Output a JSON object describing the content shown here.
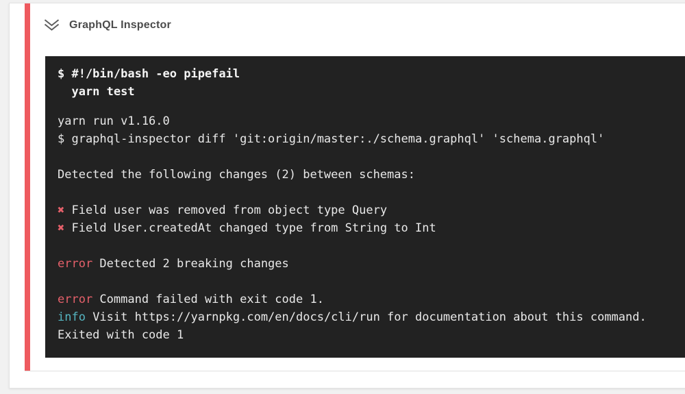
{
  "step": {
    "title": "GraphQL Inspector",
    "collapse_icon": "double-chevron-down"
  },
  "terminal": {
    "command_lines": [
      "$ #!/bin/bash -eo pipefail",
      "  yarn test"
    ],
    "output_lines": [
      [
        {
          "t": "yarn run v1.16.0"
        }
      ],
      [
        {
          "t": "$ graphql-inspector diff 'git:origin/master:./schema.graphql' 'schema.graphql'"
        }
      ],
      [],
      [
        {
          "t": "Detected the following changes (2) between schemas:"
        }
      ],
      [],
      [
        {
          "t": "✖",
          "c": "red"
        },
        {
          "t": " Field user was removed from object type Query"
        }
      ],
      [
        {
          "t": "✖",
          "c": "red"
        },
        {
          "t": " Field User.createdAt changed type from String to Int"
        }
      ],
      [],
      [
        {
          "t": "error",
          "c": "red"
        },
        {
          "t": " Detected 2 breaking changes"
        }
      ],
      [],
      [
        {
          "t": "error",
          "c": "red"
        },
        {
          "t": " Command failed with exit code 1."
        }
      ],
      [
        {
          "t": "info",
          "c": "cyan"
        },
        {
          "t": " Visit https://yarnpkg.com/en/docs/cli/run for documentation about this command."
        }
      ],
      [
        {
          "t": "Exited with code 1"
        }
      ]
    ]
  },
  "colors": {
    "accent_red": "#ee5a5f",
    "terminal_bg": "#222222",
    "terminal_text": "#e9e9e9",
    "terminal_bold_text": "#f5f5f5",
    "terminal_red": "#e5606a",
    "terminal_cyan": "#55b5c1",
    "step_border": "#e0e0e0"
  }
}
